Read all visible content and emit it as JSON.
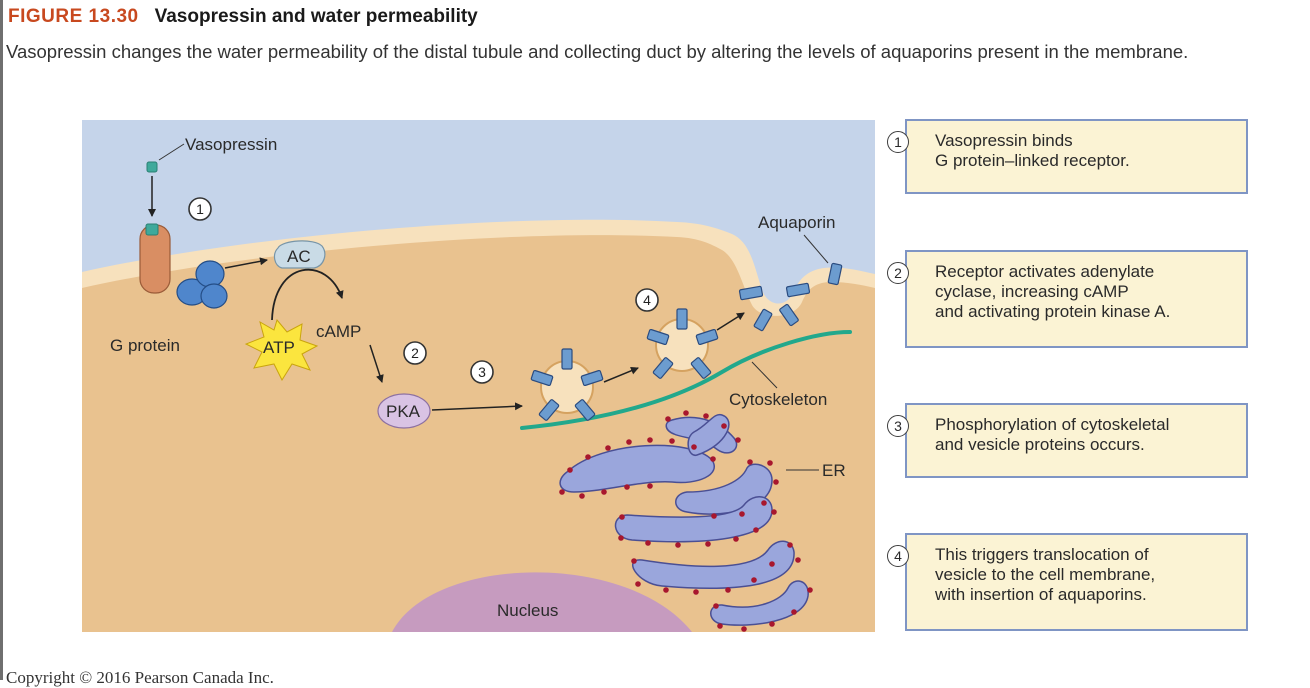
{
  "figure": {
    "label": "FIGURE 13.30",
    "title": "Vasopressin and water permeability",
    "caption": "Vasopressin changes the water permeability of the distal tubule and collecting duct by altering the levels of aquaporins present in the membrane."
  },
  "diagram_labels": {
    "vasopressin": "Vasopressin",
    "g_protein": "G protein",
    "ac": "AC",
    "atp": "ATP",
    "camp": "cAMP",
    "pka": "PKA",
    "aquaporin": "Aquaporin",
    "cytoskeleton": "Cytoskeleton",
    "er": "ER",
    "nucleus": "Nucleus"
  },
  "step_markers": [
    "1",
    "2",
    "3",
    "4"
  ],
  "steps": [
    {
      "num": "1",
      "lines": [
        "Vasopressin binds",
        "G protein–linked receptor."
      ]
    },
    {
      "num": "2",
      "lines": [
        "Receptor activates adenylate",
        "cyclase, increasing cAMP",
        "and activating protein kinase A."
      ]
    },
    {
      "num": "3",
      "lines": [
        "Phosphorylation of cytoskeletal",
        "and vesicle proteins occurs."
      ]
    },
    {
      "num": "4",
      "lines": [
        "This triggers translocation of",
        "vesicle to the cell membrane,",
        "with insertion of aquaporins."
      ]
    }
  ],
  "copyright": "Copyright © 2016 Pearson Canada Inc.",
  "colors": {
    "label_accent": "#c8491f",
    "extracellular": "#c5d4ea",
    "cytoplasm": "#e9c28f",
    "membrane": "#f7e1bd",
    "box_fill": "#fbf3d4",
    "box_border": "#7f95c4",
    "receptor": "#d98e63",
    "g_protein": "#4f86cc",
    "adenylate_cyclase": "#c9dbe6",
    "pka": "#d9c3e4",
    "cytoskeleton": "#22a88c",
    "aquaporin": "#6c9ccf",
    "er": "#9aa6dc",
    "ribosome": "#a8172e",
    "nucleus": "#c69bbf"
  }
}
